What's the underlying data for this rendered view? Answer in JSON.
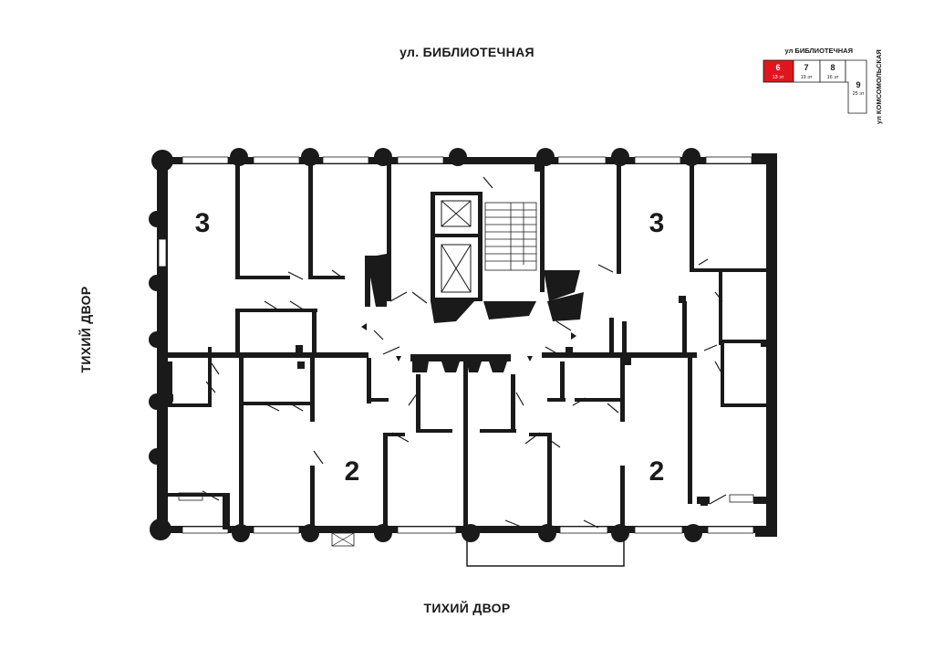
{
  "streets": {
    "top": "ул. БИБЛИОТЕЧНАЯ",
    "bottom": "ТИХИЙ ДВОР",
    "left": "ТИХИЙ ДВОР"
  },
  "rooms": [
    {
      "id": "apt-top-left",
      "count": "3"
    },
    {
      "id": "apt-top-right",
      "count": "3"
    },
    {
      "id": "apt-bottom-left",
      "count": "2"
    },
    {
      "id": "apt-bottom-right",
      "count": "2"
    }
  ],
  "minimap": {
    "street_top": "ул БИБЛИОТЕЧНАЯ",
    "street_side": "ул КОМСОМОЛЬСКАЯ",
    "highlight_color": "#e0161e",
    "sections": [
      {
        "number": "6",
        "floors": "13 эт",
        "active": true
      },
      {
        "number": "7",
        "floors": "19 эт",
        "active": false
      },
      {
        "number": "8",
        "floors": "16 эт",
        "active": false
      },
      {
        "number": "9",
        "floors": "25 эт",
        "active": false
      }
    ]
  }
}
